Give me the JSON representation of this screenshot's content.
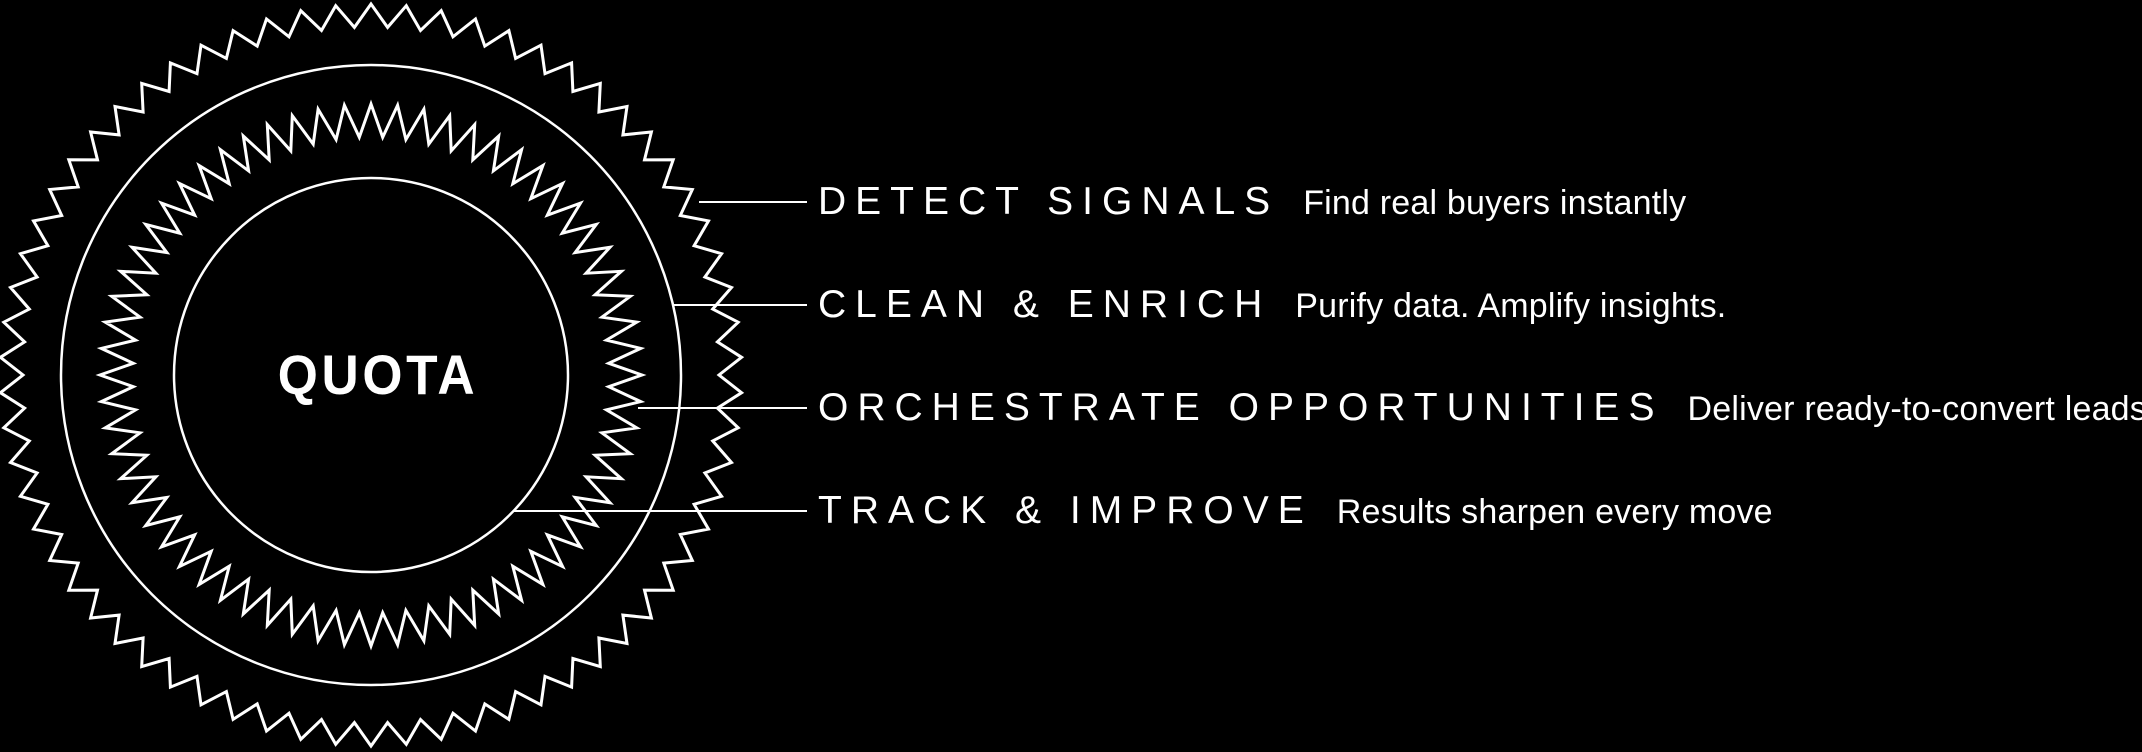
{
  "page": {
    "background": "#000000",
    "foreground": "#ffffff"
  },
  "logo": {
    "text": "QUOTA"
  },
  "callouts": [
    {
      "title": "DETECT SIGNALS",
      "description": "Find real buyers instantly"
    },
    {
      "title": "CLEAN & ENRICH",
      "description": "Purify data. Amplify insights."
    },
    {
      "title": "ORCHESTRATE OPPORTUNITIES",
      "description": "Deliver ready-to-convert leads"
    },
    {
      "title": "TRACK & IMPROVE",
      "description": "Results sharpen every move"
    }
  ]
}
